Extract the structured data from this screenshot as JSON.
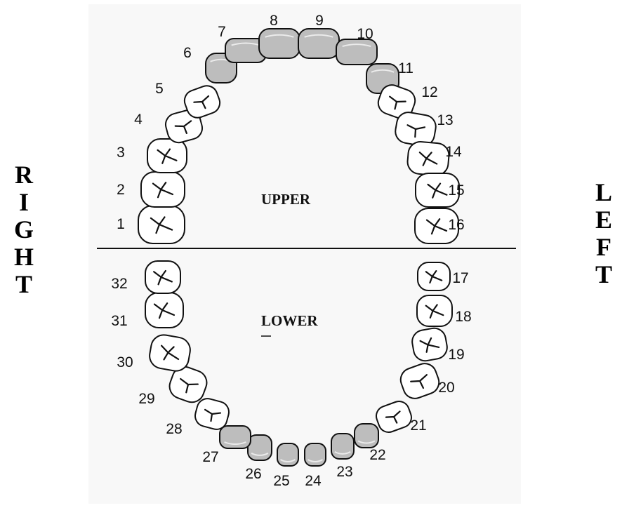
{
  "sides": {
    "right": [
      "R",
      "I",
      "G",
      "H",
      "T"
    ],
    "left": [
      "L",
      "E",
      "F",
      "T"
    ]
  },
  "arches": {
    "upper_label": "UPPER",
    "lower_label": "LOWER"
  },
  "colors": {
    "anterior_fill": "#bdbdbd",
    "posterior_fill": "#ffffff",
    "outline": "#111111",
    "background": "#f8f8f8"
  },
  "teeth": [
    {
      "number": "1",
      "kind": "molar"
    },
    {
      "number": "2",
      "kind": "molar"
    },
    {
      "number": "3",
      "kind": "molar"
    },
    {
      "number": "4",
      "kind": "premolar"
    },
    {
      "number": "5",
      "kind": "premolar"
    },
    {
      "number": "6",
      "kind": "canine"
    },
    {
      "number": "7",
      "kind": "incisor"
    },
    {
      "number": "8",
      "kind": "incisor"
    },
    {
      "number": "9",
      "kind": "incisor"
    },
    {
      "number": "10",
      "kind": "incisor"
    },
    {
      "number": "11",
      "kind": "canine"
    },
    {
      "number": "12",
      "kind": "premolar"
    },
    {
      "number": "13",
      "kind": "premolar"
    },
    {
      "number": "14",
      "kind": "molar"
    },
    {
      "number": "15",
      "kind": "molar"
    },
    {
      "number": "16",
      "kind": "molar"
    },
    {
      "number": "17",
      "kind": "molar"
    },
    {
      "number": "18",
      "kind": "molar"
    },
    {
      "number": "19",
      "kind": "molar"
    },
    {
      "number": "20",
      "kind": "premolar"
    },
    {
      "number": "21",
      "kind": "premolar"
    },
    {
      "number": "22",
      "kind": "canine"
    },
    {
      "number": "23",
      "kind": "incisor"
    },
    {
      "number": "24",
      "kind": "incisor"
    },
    {
      "number": "25",
      "kind": "incisor"
    },
    {
      "number": "26",
      "kind": "incisor"
    },
    {
      "number": "27",
      "kind": "canine"
    },
    {
      "number": "28",
      "kind": "premolar"
    },
    {
      "number": "29",
      "kind": "premolar"
    },
    {
      "number": "30",
      "kind": "molar"
    },
    {
      "number": "31",
      "kind": "molar"
    },
    {
      "number": "32",
      "kind": "molar"
    }
  ]
}
